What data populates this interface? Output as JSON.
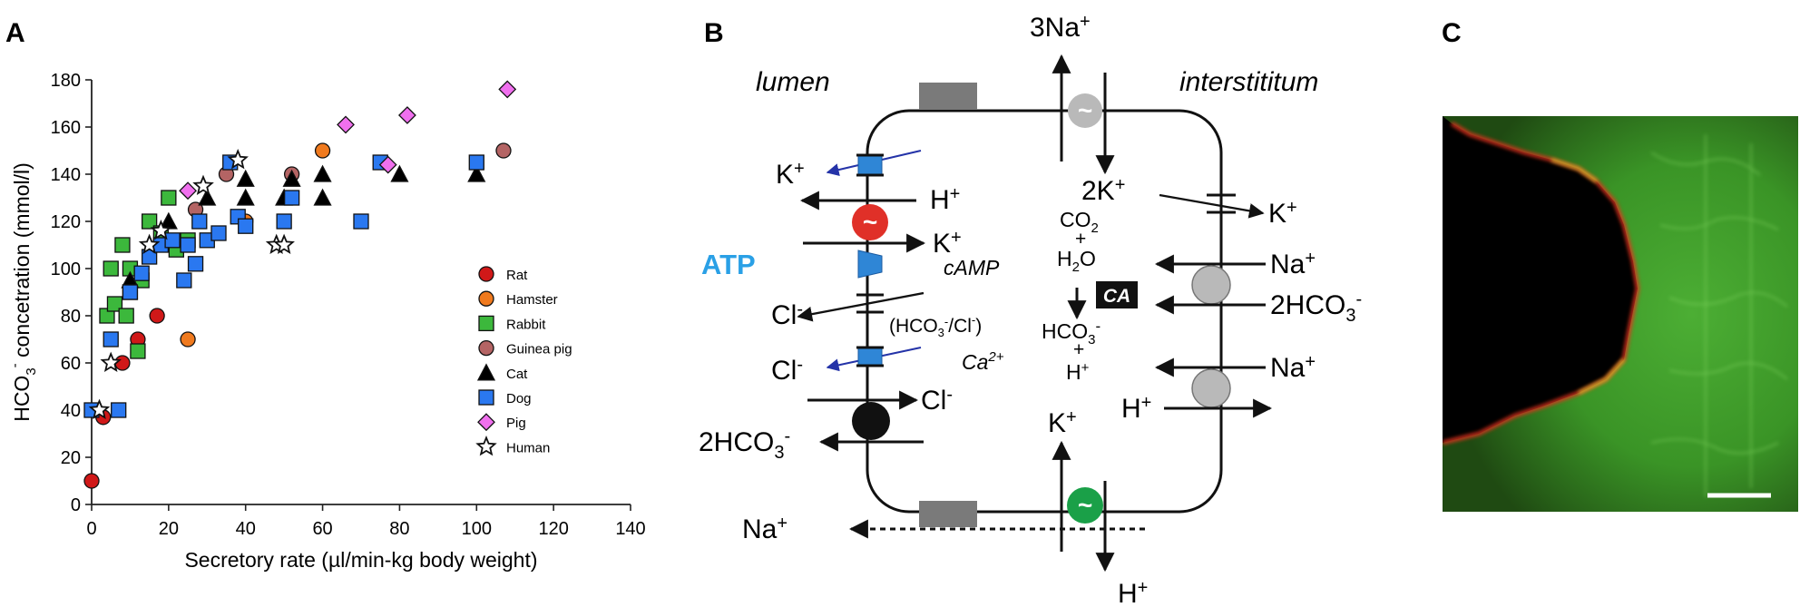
{
  "panels": {
    "a": {
      "label": "A"
    },
    "b": {
      "label": "B"
    },
    "c": {
      "label": "C"
    }
  },
  "chart_data": {
    "type": "scatter",
    "xlabel": "Secretory rate (µl/min-kg body weight)",
    "ylabel_main": "HCO",
    "ylabel_sub": "3",
    "ylabel_sup": "-",
    "ylabel_rest": " concetration (mmol/l)",
    "xlim": [
      0,
      140
    ],
    "ylim": [
      0,
      180
    ],
    "xticks": [
      "0",
      "20",
      "40",
      "60",
      "80",
      "100",
      "120",
      "140"
    ],
    "yticks": [
      "0",
      "20",
      "40",
      "60",
      "80",
      "100",
      "120",
      "140",
      "160",
      "180"
    ],
    "legend_position": "right",
    "series": [
      {
        "name": "Rat",
        "marker": "circle",
        "color": "#d01818",
        "points": [
          [
            0,
            10
          ],
          [
            3,
            37
          ],
          [
            8,
            60
          ],
          [
            12,
            70
          ],
          [
            17,
            80
          ]
        ]
      },
      {
        "name": "Hamster",
        "marker": "circle",
        "color": "#f07a1e",
        "points": [
          [
            25,
            70
          ],
          [
            40,
            120
          ],
          [
            60,
            150
          ]
        ]
      },
      {
        "name": "Rabbit",
        "marker": "square",
        "color": "#3cb83c",
        "points": [
          [
            4,
            80
          ],
          [
            5,
            100
          ],
          [
            6,
            85
          ],
          [
            8,
            110
          ],
          [
            9,
            80
          ],
          [
            10,
            90
          ],
          [
            10,
            100
          ],
          [
            12,
            65
          ],
          [
            13,
            95
          ],
          [
            15,
            120
          ],
          [
            18,
            115
          ],
          [
            20,
            130
          ],
          [
            22,
            108
          ],
          [
            25,
            112
          ]
        ]
      },
      {
        "name": "Guinea pig",
        "marker": "circle",
        "color": "#b46464",
        "points": [
          [
            27,
            125
          ],
          [
            35,
            140
          ],
          [
            52,
            140
          ],
          [
            107,
            150
          ]
        ]
      },
      {
        "name": "Cat",
        "marker": "triangle",
        "color": "#000000",
        "points": [
          [
            10,
            95
          ],
          [
            20,
            120
          ],
          [
            30,
            130
          ],
          [
            40,
            138
          ],
          [
            40,
            130
          ],
          [
            50,
            130
          ],
          [
            52,
            138
          ],
          [
            60,
            140
          ],
          [
            60,
            130
          ],
          [
            80,
            140
          ],
          [
            100,
            140
          ]
        ]
      },
      {
        "name": "Dog",
        "marker": "square",
        "color": "#2a78f0",
        "points": [
          [
            0,
            40
          ],
          [
            5,
            70
          ],
          [
            7,
            40
          ],
          [
            10,
            90
          ],
          [
            13,
            98
          ],
          [
            15,
            105
          ],
          [
            18,
            110
          ],
          [
            21,
            112
          ],
          [
            24,
            95
          ],
          [
            25,
            110
          ],
          [
            27,
            102
          ],
          [
            28,
            120
          ],
          [
            30,
            112
          ],
          [
            33,
            115
          ],
          [
            36,
            145
          ],
          [
            38,
            122
          ],
          [
            40,
            118
          ],
          [
            50,
            120
          ],
          [
            52,
            130
          ],
          [
            70,
            120
          ],
          [
            75,
            145
          ],
          [
            100,
            145
          ]
        ]
      },
      {
        "name": "Pig",
        "marker": "diamond",
        "color": "#f070ee",
        "points": [
          [
            25,
            133
          ],
          [
            66,
            161
          ],
          [
            77,
            144
          ],
          [
            82,
            165
          ],
          [
            108,
            176
          ]
        ]
      },
      {
        "name": "Human",
        "marker": "star",
        "color": "#000000",
        "points": [
          [
            2,
            40
          ],
          [
            5,
            60
          ],
          [
            15,
            110
          ],
          [
            18,
            116
          ],
          [
            29,
            135
          ],
          [
            38,
            146
          ],
          [
            48,
            110
          ],
          [
            50,
            110
          ]
        ]
      }
    ]
  },
  "diagram": {
    "lumen_label": "lumen",
    "interstitium_label": "interstititum",
    "atp_label": "ATP",
    "camp_label": "cAMP",
    "ca2_label": "Ca",
    "ca2_sup": "2+",
    "ca_enzyme": "CA",
    "na3_label": "3Na",
    "plus": "+",
    "minus": "-",
    "k": "K",
    "h": "H",
    "na": "Na",
    "cl": "Cl",
    "twoK": "2K",
    "twoHCO": "2HCO",
    "hco": "HCO",
    "co2_co": "CO",
    "h2o_h": "H",
    "h2o_o": "O",
    "sub2": "2",
    "sub3": "3",
    "exch_label_a": "(HCO",
    "exch_label_b": "/Cl",
    "exch_label_c": ")",
    "tilde": "~"
  },
  "micrograph": {
    "colors": {
      "background": "#0e1a06",
      "green": "#3aa82a",
      "red": "#e0301e",
      "yellow": "#d6c42a",
      "lumen": "#000000"
    },
    "has_scale_bar": true
  }
}
